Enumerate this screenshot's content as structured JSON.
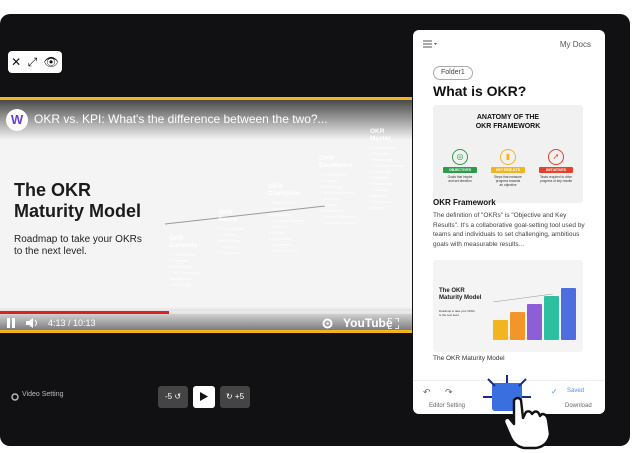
{
  "top_controls": {
    "close": "✕",
    "expand": "⤢",
    "view": "👁"
  },
  "video": {
    "logo": "W",
    "title": "OKR vs. KPI: What's the difference between the two?...",
    "slide_title": "The OKR\nMaturity Model",
    "slide_subtitle": "Roadmap to take your OKRs\nto the next level.",
    "stages": [
      {
        "name": "OKR\nCuriosity",
        "color": "#f2b51e",
        "items": "✓ Zero Method\n✓ Process Methodology\n✓ No Ownership Management\n✓ No Clarity"
      },
      {
        "name": "OKR\nAware",
        "color": "#f2962a",
        "items": "✓ Goal Method\n✓ Process Methodology\n✓ Meetings\n✓ Alignment"
      },
      {
        "name": "OKR\nChampion",
        "color": "#8e5ed6",
        "items": "✓ Goal Method\n✓ Process Methodology\n✓ Business Rhythm\n✓ Meetings\n✓ Limited Transparency\n✓ Alignment\n✓ Basic Scoring"
      },
      {
        "name": "OKR\nExcellence",
        "color": "#2dbfa0",
        "items": "✓ Goal Method\n✓ Process Methodology\n✓ Business Rhythm\n✓ Meetings\n✓ Greater Transparency\n✓ Greater Alignment\n✓ Enhanced Scoring"
      },
      {
        "name": "OKR\nMaster",
        "color": "#4e6de0",
        "items": "✓ Goal Method\n✓ Process Methodology\n✓ Business Rhythm\n✓ Meetings\n✓ Greater Transparency\n✓ Greater Alignment\n✓ Enhanced Scoring"
      }
    ],
    "time": "4:13 / 10:13",
    "progress_fraction": 0.41,
    "brand": "YouTube"
  },
  "doc": {
    "header": "My Docs",
    "folder": "Folder1",
    "title": "What is OKR?",
    "anatomy_title": "ANATOMY OF THE\nOKR FRAMEWORK",
    "anatomy_cols": [
      {
        "tag": "OBJECTIVES",
        "desc": "Goals that inspire\nand set direction",
        "color": "#2d9c4a"
      },
      {
        "tag": "KEY RESULTS",
        "desc": "Steps that measure\nprogress towards\nan objective",
        "color": "#f2b51e"
      },
      {
        "tag": "INITIATIVES",
        "desc": "Tasks required to drive\nprogress of key results",
        "color": "#e2432a"
      }
    ],
    "section_title": "OKR Framework",
    "section_text": "The definition of \"OKRs\" is \"Objective and Key Results\". It's a collaborative goal-setting tool used by teams and individuals to set challenging, ambitious goals with measurable results...",
    "thumb_title": "The OKR\nMaturity Model",
    "thumb_sub": "Roadmap to take your OKRs\nto the next level.",
    "caption": "The OKR Maturity Model",
    "saved": "Saved",
    "editor_setting": "Editor Setting",
    "download": "Download"
  },
  "bottom": {
    "video_setting": "Video Setting",
    "back": "-5",
    "forward": "+5"
  }
}
